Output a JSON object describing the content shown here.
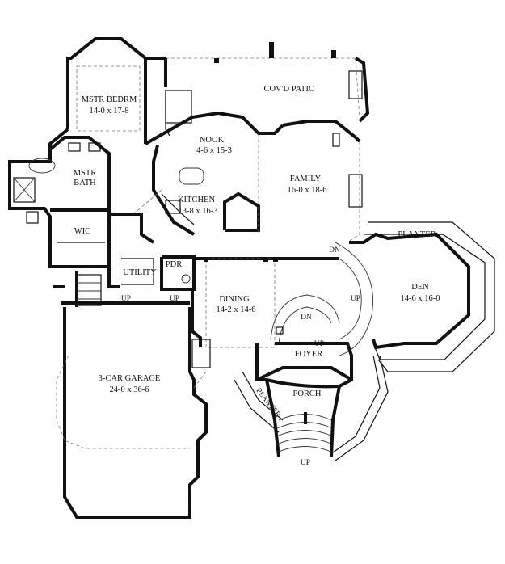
{
  "rooms": {
    "mstr_bedrm": {
      "name": "MSTR BEDRM",
      "dims": "14-0 x 17-8"
    },
    "covd_patio": {
      "name": "COV'D PATIO"
    },
    "nook": {
      "name": "NOOK",
      "dims": "4-6 x 15-3"
    },
    "mstr_bath": {
      "name_line1": "MSTR",
      "name_line2": "BATH"
    },
    "family": {
      "name": "FAMILY",
      "dims": "16-0 x 18-6"
    },
    "kitchen": {
      "name": "KITCHEN",
      "dims": "13-8 x 16-3"
    },
    "wic": {
      "name": "WIC"
    },
    "planter_right": {
      "name": "PLANTER"
    },
    "den": {
      "name": "DEN",
      "dims": "14-6 x 16-0"
    },
    "utility": {
      "name": "UTILITY"
    },
    "pdr": {
      "name": "PDR"
    },
    "dining": {
      "name": "DINING",
      "dims": "14-2 x 14-6"
    },
    "foyer": {
      "name": "FOYER"
    },
    "garage": {
      "name": "3-CAR GARAGE",
      "dims": "24-0 x 36-6"
    },
    "porch": {
      "name": "PORCH"
    },
    "planter_left": {
      "name": "PLANTER"
    }
  },
  "stairs": {
    "dn_top": "DN",
    "up_right": "UP",
    "dn_center": "DN",
    "up_foyer": "UP",
    "up_utility_1": "UP",
    "up_utility_2": "UP",
    "up_porch": "UP"
  }
}
